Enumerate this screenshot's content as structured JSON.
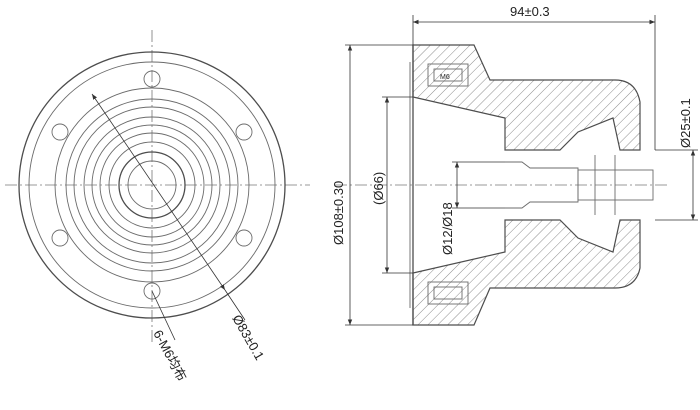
{
  "front_view": {
    "bolt_circle_label": "Ø83±0.1",
    "holes_label": "6-M6均布"
  },
  "section_view": {
    "overall_length_label": "94±0.3",
    "outer_diameter_label": "Ø108±0.30",
    "bore_diameter_label": "(Ø66)",
    "collet_diameter_label": "Ø12/Ø18",
    "nose_diameter_label": "Ø25±0.1",
    "screw_label": "M6"
  }
}
